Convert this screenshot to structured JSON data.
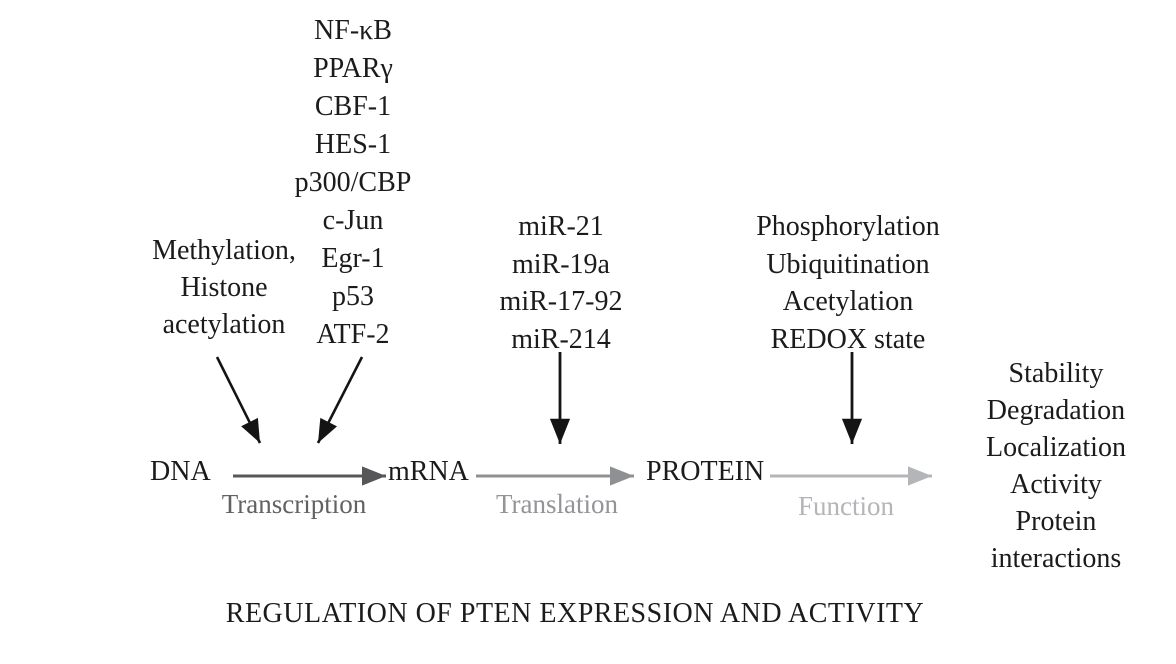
{
  "diagram": {
    "title": "REGULATION OF PTEN EXPRESSION AND ACTIVITY",
    "transcription_factors": {
      "items": [
        "NF-κB",
        "PPARγ",
        "CBF-1",
        "HES-1",
        "p300/CBP",
        "c-Jun",
        "Egr-1",
        "p53",
        "ATF-2"
      ]
    },
    "epigenetic": {
      "lines": [
        "Methylation,",
        "Histone",
        "acetylation"
      ]
    },
    "mirnas": {
      "items": [
        "miR-21",
        "miR-19a",
        "miR-17-92",
        "miR-214"
      ]
    },
    "post_translational": {
      "items": [
        "Phosphorylation",
        "Ubiquitination",
        "Acetylation",
        "REDOX state"
      ]
    },
    "outcomes": {
      "items": [
        "Stability",
        "Degradation",
        "Localization",
        "Activity",
        "Protein interactions"
      ]
    },
    "pathway": {
      "nodes": [
        "DNA",
        "mRNA",
        "PROTEIN"
      ],
      "stages": [
        "Transcription",
        "Translation",
        "Function"
      ]
    },
    "colors": {
      "text": "#1b1b1b",
      "black_arrow": "#141414",
      "transcription_arrow": "#57575a",
      "translation_arrow": "#8f9093",
      "function_arrow": "#b4b5b8",
      "transcription_label": "#626264",
      "translation_label": "#939497",
      "function_label": "#b4b5b8"
    }
  }
}
